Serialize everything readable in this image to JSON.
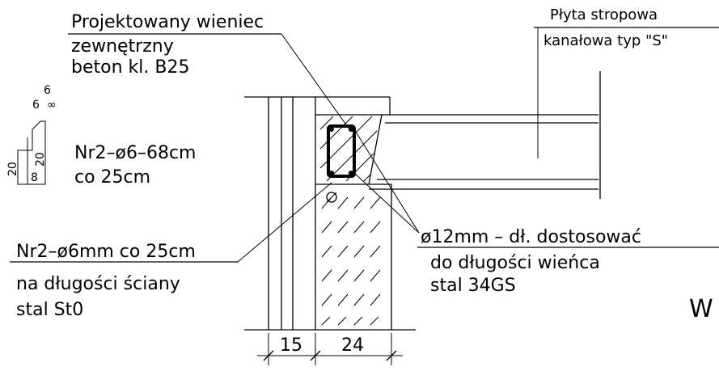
{
  "labels": {
    "wieniec_line1": "Projektowany wieniec",
    "wieniec_line2": "zewnętrzny",
    "wieniec_line3": "beton kl. B25",
    "plyta_line1": "Płyta stropowa",
    "plyta_line2": "kanałowa typ \"S\"",
    "strzemie_line1": "Nr2–ø6–68cm",
    "strzemie_line2": "co 25cm",
    "pret_line1": "ø12mm – dł. dostosować",
    "pret_line2": "do długości wieńca",
    "pret_line3": "stal 34GS",
    "nr2_line1": "Nr2–ø6mm co 25cm",
    "nr2_line2": "na długości ściany",
    "nr2_line3": "stal St0",
    "section_mark": "W",
    "dim_left": "15",
    "dim_right": "24"
  },
  "stirrup_sketch": {
    "top": "6",
    "left": "6",
    "hook": "∞",
    "side_outer": "20",
    "side_inner": "20",
    "bottom": "8"
  },
  "colors": {
    "ink": "#000000",
    "background": "#ffffff"
  }
}
